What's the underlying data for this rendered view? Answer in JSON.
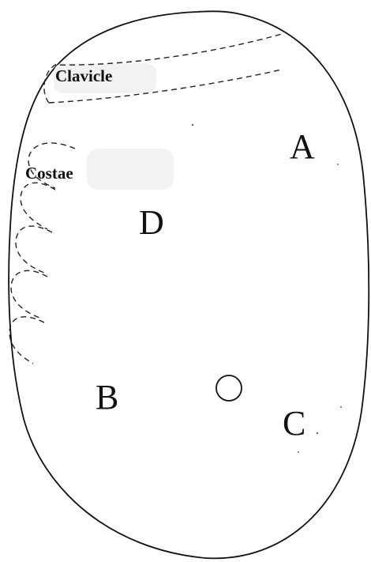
{
  "labels": {
    "clavicle": "Clavicle",
    "costae": "Costae",
    "a": "A",
    "b": "B",
    "c": "C",
    "d": "D"
  }
}
